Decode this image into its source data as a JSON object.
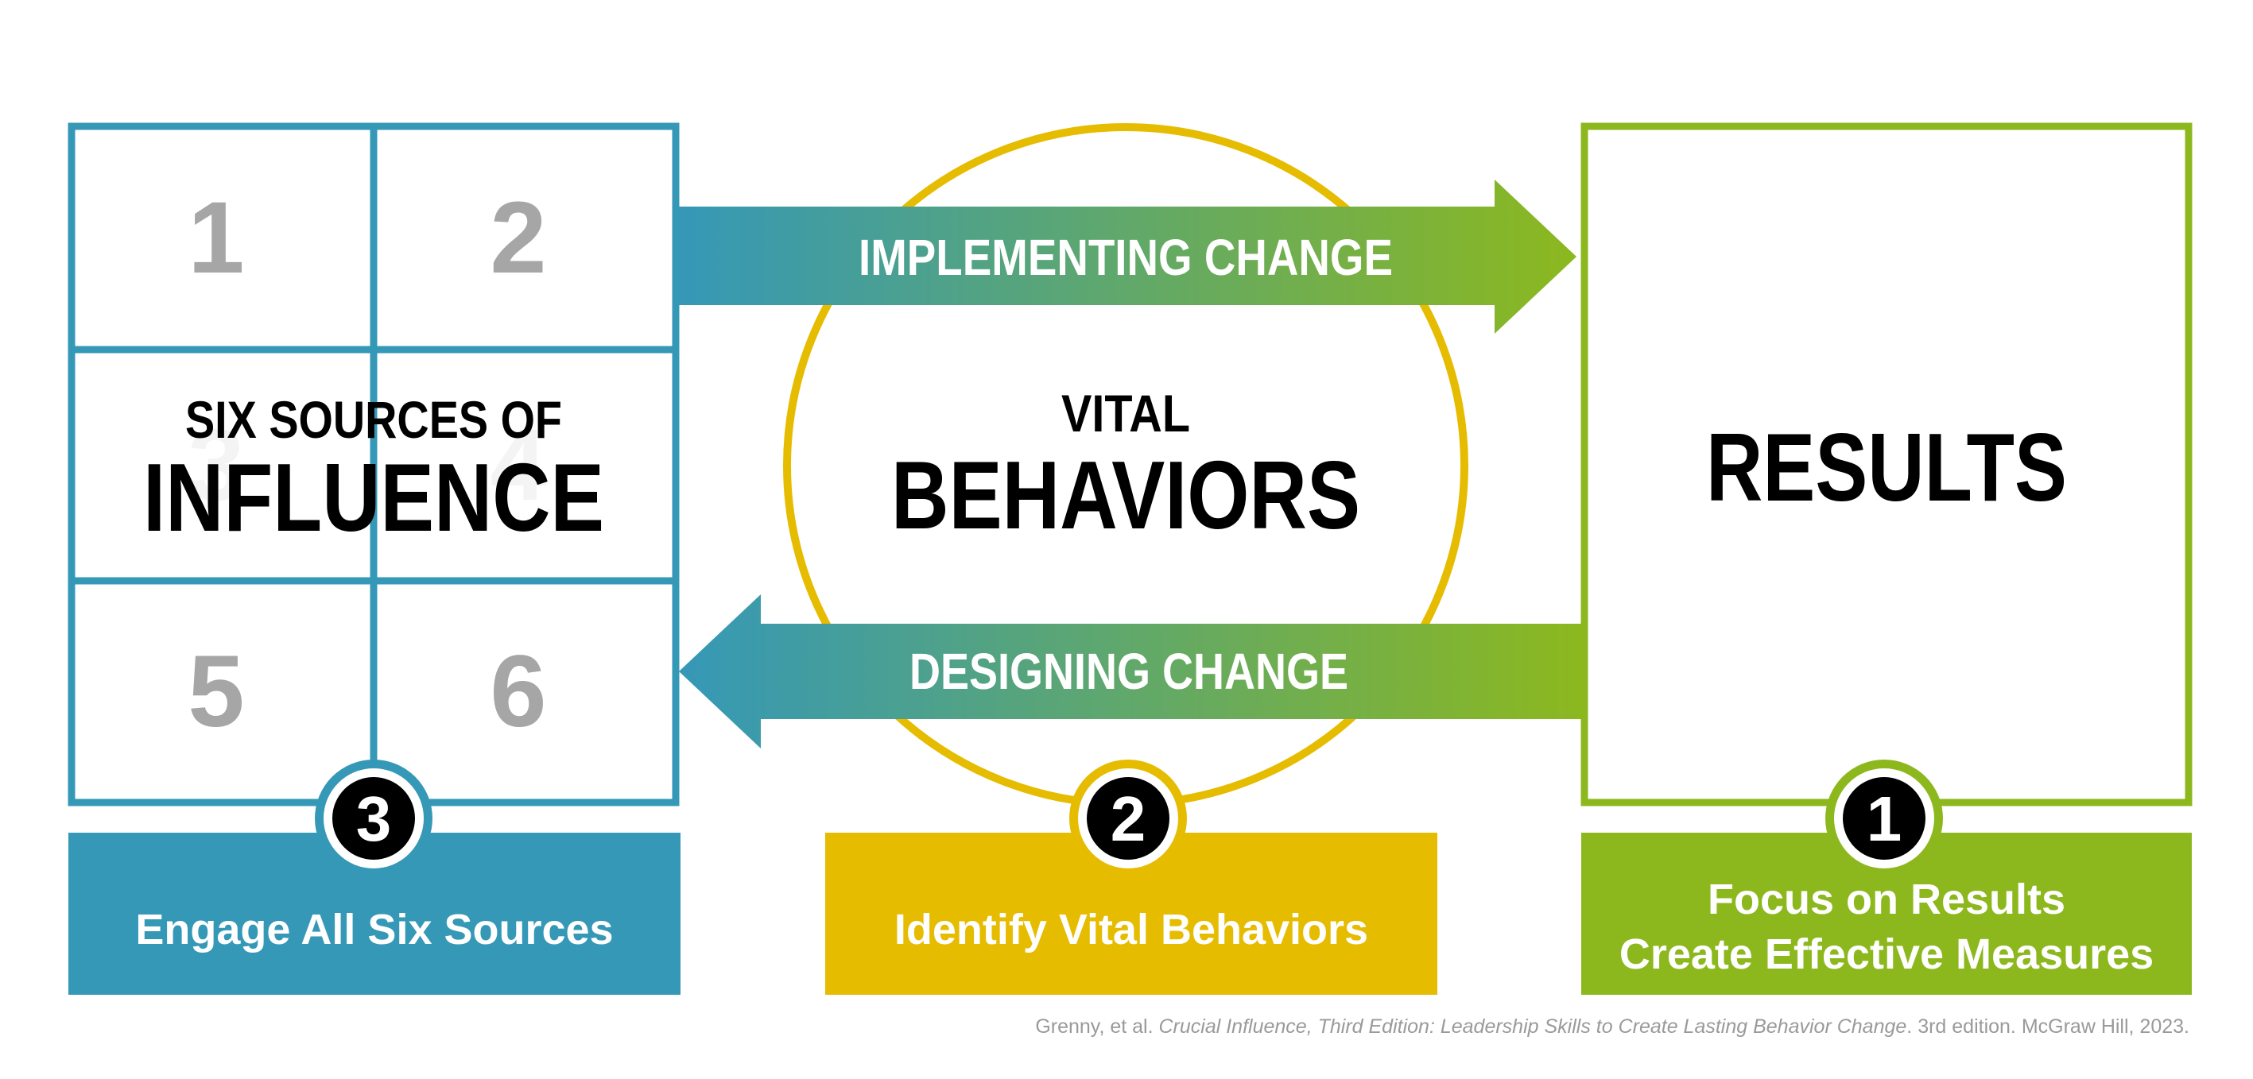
{
  "colors": {
    "blue": "#3598b7",
    "yellow": "#e6bc00",
    "green": "#8cb81e",
    "grid_number": "#a6a6a6",
    "black": "#000000"
  },
  "influence_panel": {
    "cell_numbers": [
      "1",
      "2",
      "3",
      "4",
      "5",
      "6"
    ],
    "title_small": "SIX SOURCES OF",
    "title_large": "INFLUENCE"
  },
  "vital_panel": {
    "title_small": "VITAL",
    "title_large": "BEHAVIORS"
  },
  "results_panel": {
    "title": "RESULTS"
  },
  "arrows": {
    "top_label": "IMPLEMENTING CHANGE",
    "bottom_label": "DESIGNING CHANGE"
  },
  "steps": [
    {
      "number": "3",
      "lines": [
        "Engage All Six Sources"
      ]
    },
    {
      "number": "2",
      "lines": [
        "Identify Vital Behaviors"
      ]
    },
    {
      "number": "1",
      "lines": [
        "Focus on Results",
        "Create Effective Measures"
      ]
    }
  ],
  "citation": {
    "authors": "Grenny, et al.",
    "title": "Crucial Influence, Third Edition: Leadership Skills to Create Lasting Behavior Change",
    "details": ". 3rd edition. McGraw Hill, 2023."
  }
}
